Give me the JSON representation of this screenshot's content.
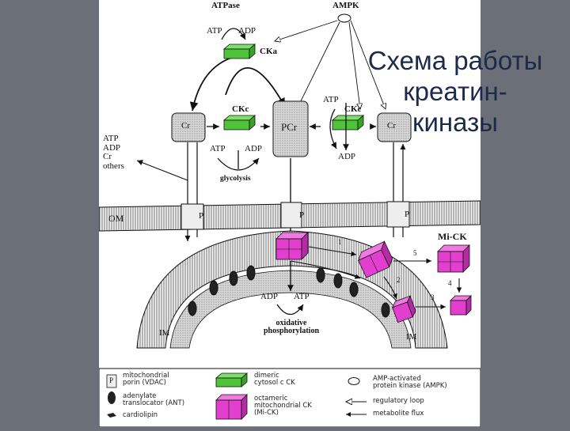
{
  "slide": {
    "title": "Схема работы\nкреатин-\nкиназы"
  },
  "diagram": {
    "atpase": "ATPase",
    "ampk": "AMPK",
    "ck_a": "CKa",
    "ck_c_left": "CKc",
    "ck_c_right": "CKc",
    "top_atp": "ATP",
    "top_adp": "ADP",
    "cr_left": "Cr",
    "pcr": "PCr",
    "cr_right": "Cr",
    "glyc_atp": "ATP",
    "glyc_adp": "ADP",
    "glycolysis": "glycolysis",
    "right_atp": "ATP",
    "right_adp": "ADP",
    "side_list": "ATP\nADP\nCr\nothers",
    "om": "OM",
    "p1": "P",
    "p2": "P",
    "p3": "P",
    "mi_ck": "Mi-CK",
    "n1": "1",
    "n2": "2",
    "n3": "3",
    "n4": "4",
    "n5": "5",
    "inner_adp": "ADP",
    "inner_atp": "ATP",
    "oxphos": "oxidative\nphosphorylation",
    "im_left": "IM",
    "im_right": "IM"
  },
  "legend": {
    "porin": "mitochondrial\nporin (VDAC)",
    "porin_symbol": "P",
    "dimeric": "dimeric\ncytosol c CK",
    "ampk": "AMP-activated\nprotein kinase (AMPK)",
    "ant": "adenylate\ntranslocator (ANT)",
    "octameric": "octameric\nmitochondrial CK\n(Mi-CK)",
    "regulatory": "regulatory loop",
    "cardiolipin": "cardiolipin",
    "flux": "metabolite flux"
  },
  "colors": {
    "background": "#6b7078",
    "green_ck": "#4fc43a",
    "pink_mick": "#e23fcf",
    "stipple_box": "#c8c8c8"
  }
}
